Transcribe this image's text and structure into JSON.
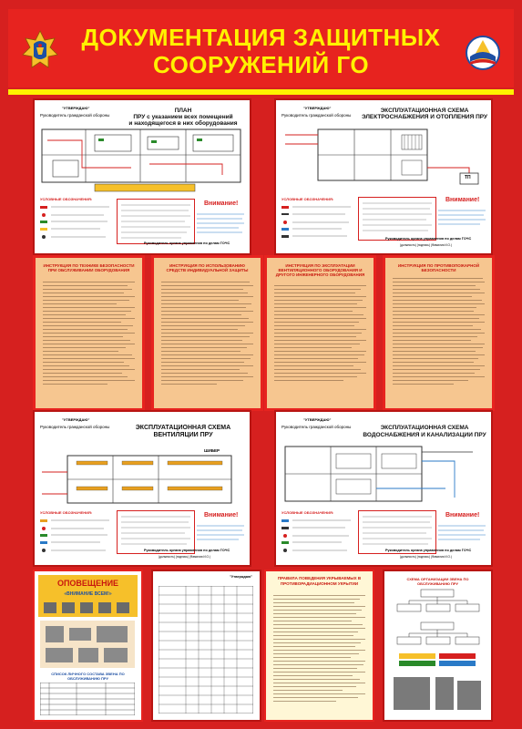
{
  "header": {
    "title_line1": "ДОКУМЕНТАЦИЯ ЗАЩИТНЫХ",
    "title_line2": "СООРУЖЕНИЙ ГО",
    "left_emblem": "mchs-emblem",
    "right_emblem": "civil-defense-emblem",
    "colors": {
      "background": "#d6201f",
      "title": "#fff200",
      "stripe": "#fff200"
    }
  },
  "posters": {
    "plan": {
      "stamp": "\"УТВЕРЖДАЮ\"",
      "head": "Руководитель гражданской обороны",
      "title1": "ПЛАН",
      "title2": "ПРУ с указанием всех помещений",
      "title3": "и находящегося в них оборудования",
      "legend": "УСЛОВНЫЕ ОБОЗНАЧЕНИЯ:",
      "warning": "Внимание!",
      "sign": "Руководитель органа управления по делам ГОЧС"
    },
    "power": {
      "stamp": "\"УТВЕРЖДАЮ\"",
      "head": "Руководитель гражданской обороны",
      "title1": "ЭКСПЛУАТАЦИОННАЯ СХЕМА",
      "title2": "ЭЛЕКТРОСНАБЖЕНИЯ И ОТОПЛЕНИЯ ПРУ",
      "tp_label": "ТП",
      "legend": "УСЛОВНЫЕ ОБОЗНАЧЕНИЯ:",
      "warning": "Внимание!",
      "sign": "Руководитель органа управления по делам ГОЧС",
      "sign_sub": "(должность) (подпись) (Фамилия И.О.)"
    },
    "ventilation": {
      "stamp": "\"УТВЕРЖДАЮ\"",
      "head": "Руководитель гражданской обороны",
      "title1": "ЭКСПЛУАТАЦИОННАЯ СХЕМА",
      "title2": "ВЕНТИЛЯЦИИ ПРУ",
      "damper": "ШИБЕР",
      "legend": "УСЛОВНЫЕ ОБОЗНАЧЕНИЯ:",
      "warning": "Внимание!",
      "sign": "Руководитель органа управления по делам ГОЧС",
      "sign_sub": "(должность) (подпись) (Фамилия И.О.)"
    },
    "water": {
      "stamp": "\"УТВЕРЖДАЮ\"",
      "head": "Руководитель гражданской обороны",
      "title1": "ЭКСПЛУАТАЦИОННАЯ СХЕМА",
      "title2": "ВОДОСНАБЖЕНИЯ И КАНАЛИЗАЦИИ ПРУ",
      "legend": "УСЛОВНЫЕ ОБОЗНАЧЕНИЯ:",
      "warning": "Внимание!",
      "sign": "Руководитель органа управления по делам ГОЧС",
      "sign_sub": "(должность) (подпись) (Фамилия И.О.)"
    }
  },
  "instructions": [
    {
      "title": "ИНСТРУКЦИЯ ПО ТЕХНИКЕ БЕЗОПАСНОСТИ ПРИ ОБСЛУЖИВАНИИ ОБОРУДОВАНИЯ"
    },
    {
      "title": "ИНСТРУКЦИЯ ПО ИСПОЛЬЗОВАНИЮ СРЕДСТВ ИНДИВИДУАЛЬНОЙ ЗАЩИТЫ"
    },
    {
      "title": "ИНСТРУКЦИЯ ПО ЭКСПЛУАТАЦИИ ВЕНТИЛЯЦИОННОГО ОБОРУДОВАНИЯ И ДРУГОГО ИНЖЕНЕРНОГО ОБОРУДОВАНИЯ"
    },
    {
      "title": "ИНСТРУКЦИЯ ПО ПРОТИВОПОЖАРНОЙ БЕЗОПАСНОСТИ"
    }
  ],
  "bottom": {
    "alert_title": "ОПОВЕЩЕНИЕ",
    "alert_sub": "«ВНИМАНИЕ ВСЕМ!»",
    "staff_list": "СПИСОК ЛИЧНОГО СОСТАВА ЗВЕНА ПО ОБСЛУЖИВАНИЮ ПРУ",
    "journal_head": "\"Утверждаю\"",
    "rules_title": "ПРАВИЛА ПОВЕДЕНИЯ УКРЫВАЕМЫХ В ПРОТИВОРАДИАЦИОННОМ УКРЫТИИ",
    "org_title": "СХЕМА ОРГАНИЗАЦИИ ЗВЕНА ПО ОБСЛУЖИВАНИЮ ПРУ"
  }
}
